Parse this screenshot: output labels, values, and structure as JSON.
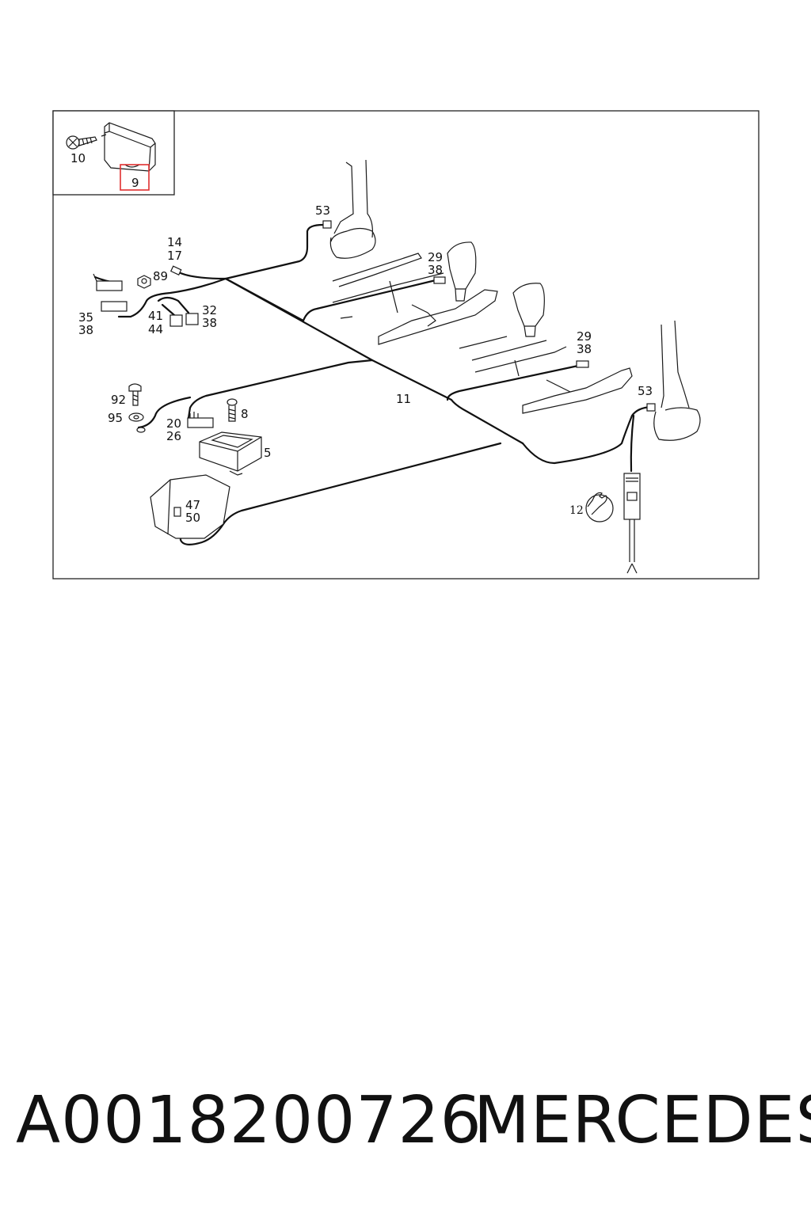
{
  "diagram": {
    "callouts": {
      "c10": "10",
      "c9": "9",
      "c53a": "53",
      "c14": "14",
      "c17": "17",
      "c89": "89",
      "c29a": "29",
      "c38a": "38",
      "c35": "35",
      "c38b": "38",
      "c41": "41",
      "c44": "44",
      "c32": "32",
      "c38c": "38",
      "c29b": "29",
      "c38d": "38",
      "c53b": "53",
      "c11": "11",
      "c92": "92",
      "c95": "95",
      "c20": "20",
      "c26": "26",
      "c8": "8",
      "c5": "5",
      "c47": "47",
      "c50": "50",
      "c12": "12"
    },
    "highlight_color": "#e03030"
  },
  "footer": {
    "part_number": "A0018200726",
    "brand": "MERCEDES"
  }
}
